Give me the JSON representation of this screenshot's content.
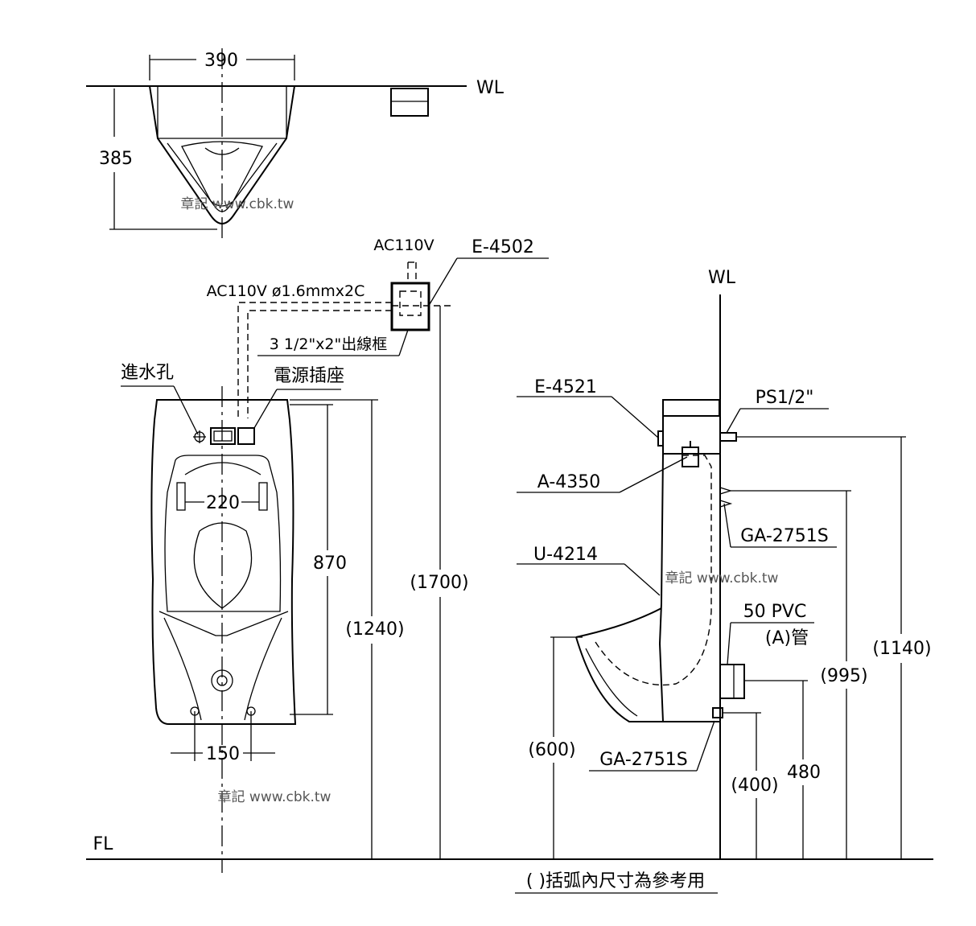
{
  "top_view": {
    "width_dim": "390",
    "depth_dim": "385",
    "wall_label": "WL"
  },
  "front_view": {
    "power_label": "AC110V",
    "cable_label": "AC110V ø1.6mmx2C",
    "box_label": "3 1/2\"x2\"出線框",
    "sensor_model": "E-4502",
    "inlet_label": "進水孔",
    "socket_label": "電源插座",
    "inner_width": "220",
    "body_height": "870",
    "total_height": "(1240)",
    "install_height": "(1700)",
    "mount_width": "150",
    "floor_label": "FL"
  },
  "side_view": {
    "wall_label": "WL",
    "label_e4521": "E-4521",
    "label_a4350": "A-4350",
    "label_u4214": "U-4214",
    "label_ps": "PS1/2\"",
    "label_ga_top": "GA-2751S",
    "label_ga_bottom": "GA-2751S",
    "label_pvc": "50 PVC",
    "label_pipe": "(A)管",
    "dim_600": "(600)",
    "dim_400": "(400)",
    "dim_480": "480",
    "dim_995": "(995)",
    "dim_1140": "(1140)"
  },
  "watermarks": [
    "章記 www.cbk.tw",
    "章記 www.cbk.tw",
    "章記 www.cbk.tw"
  ],
  "footnote": "(  )括弧內尺寸為參考用"
}
